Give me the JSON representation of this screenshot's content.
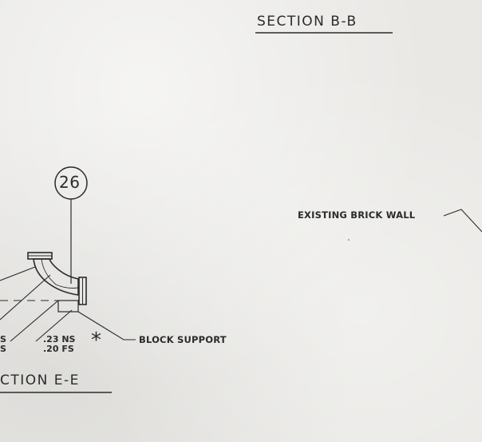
{
  "drawing": {
    "section_bb_title": "SECTION B-B",
    "section_ee_title": "CTION E-E",
    "callout_number": "26",
    "existing_wall_label": "EXISTING BRICK WALL",
    "block_support_label": "BLOCK SUPPORT",
    "dim_ns": ".23 NS",
    "dim_fs": ".20 FS",
    "cut_left_top": "S",
    "cut_left_bottom": "S",
    "asterisk": "*"
  }
}
